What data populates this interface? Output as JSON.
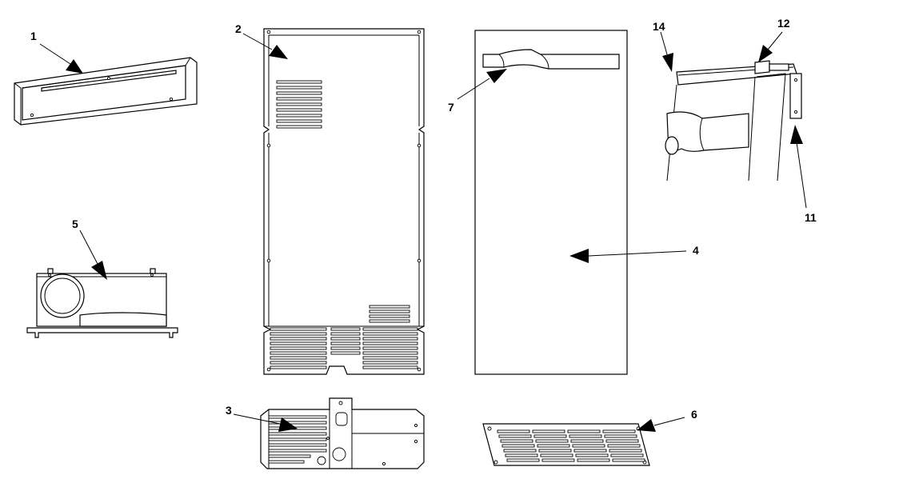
{
  "callouts": {
    "c1": "1",
    "c2": "2",
    "c3": "3",
    "c4": "4",
    "c5": "5",
    "c6": "6",
    "c7": "7",
    "c11": "11",
    "c12": "12",
    "c14": "14"
  },
  "colors": {
    "line": "#000000",
    "background": "#ffffff"
  }
}
